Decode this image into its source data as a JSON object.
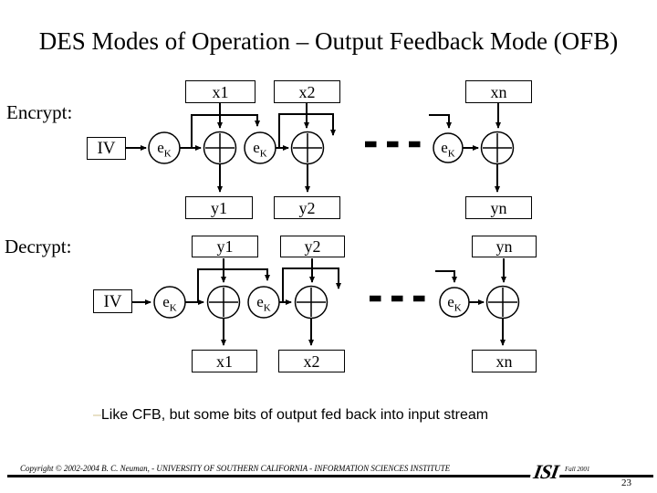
{
  "title": "DES Modes of Operation – Output Feedback Mode (OFB)",
  "encrypt": {
    "label": "Encrypt:",
    "iv": "IV",
    "inputs": [
      "x1",
      "x2",
      "xn"
    ],
    "outputs": [
      "y1",
      "y2",
      "yn"
    ]
  },
  "decrypt": {
    "label": "Decrypt:",
    "iv": "IV",
    "inputs": [
      "y1",
      "y2",
      "yn"
    ],
    "outputs": [
      "x1",
      "x2",
      "xn"
    ]
  },
  "cipher": {
    "base": "e",
    "sub": "K"
  },
  "bullet": {
    "dash": "–",
    "text": "Like CFB, but some bits of output fed back into input stream"
  },
  "footer": {
    "copyright": "Copyright © 2002-2004   B. C. Neuman, - UNIVERSITY OF SOUTHERN CALIFORNIA - INFORMATION SCIENCES INSTITUTE",
    "logo": "ISI",
    "term": "Fall 2001",
    "page": "23"
  },
  "colors": {
    "line": "#000000",
    "bullet_dash": "#d4c494",
    "background": "#ffffff"
  }
}
